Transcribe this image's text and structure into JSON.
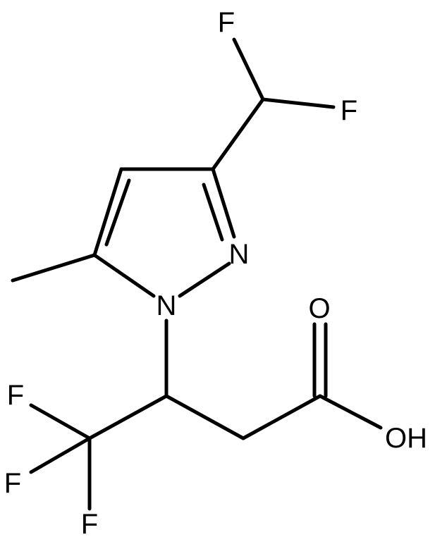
{
  "atoms": {
    "f_top": "F",
    "f_right": "F",
    "n2": "N",
    "n1": "N",
    "o_carbonyl": "O",
    "oh": "OH",
    "f_cf3_left_upper": "F",
    "f_cf3_left_lower": "F",
    "f_cf3_bottom": "F"
  },
  "colors": {
    "bond": "#000000",
    "label": "#000000",
    "background": "#ffffff"
  }
}
